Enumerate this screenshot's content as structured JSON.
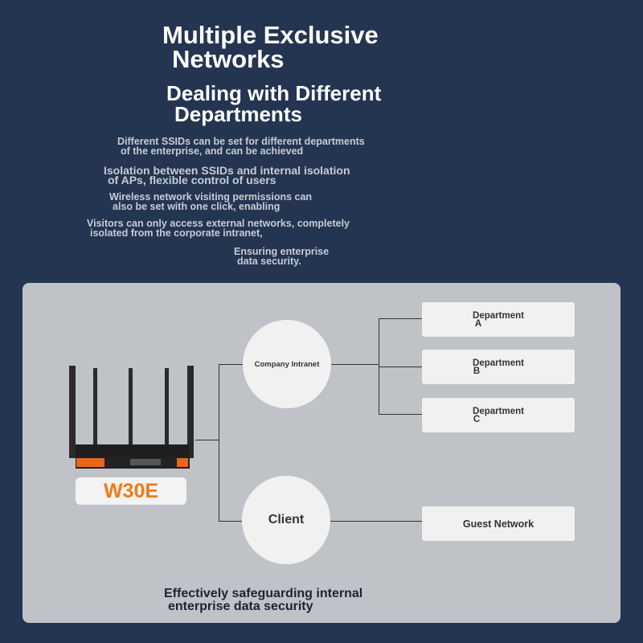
{
  "title": {
    "line1": "Multiple Exclusive",
    "line2": "Networks"
  },
  "subtitle": {
    "line1": "Dealing with Different",
    "line2": "Departments"
  },
  "paragraphs": [
    [
      "Different SSIDs can be set for different departments",
      "of the enterprise, and can be achieved"
    ],
    [
      "Isolation between SSIDs and internal isolation",
      "of APs, flexible control of users"
    ],
    [
      "Wireless network visiting permissions can",
      "also be set with one click, enabling"
    ],
    [
      "Visitors can only access external networks, completely",
      "isolated from the corporate intranet,"
    ],
    [
      "Ensuring enterprise",
      "data security."
    ]
  ],
  "diagram": {
    "router_model": "W30E",
    "intranet": "Company Intranet",
    "client": "Client",
    "departments": [
      {
        "name": "Department",
        "letter": "A"
      },
      {
        "name": "Department",
        "letter": "B"
      },
      {
        "name": "Department",
        "letter": "C"
      }
    ],
    "guest": "Guest Network",
    "footer": {
      "line1": "Effectively safeguarding internal",
      "line2": "enterprise data security"
    }
  },
  "colors": {
    "background": "#243552",
    "accent": "#e8661e"
  }
}
